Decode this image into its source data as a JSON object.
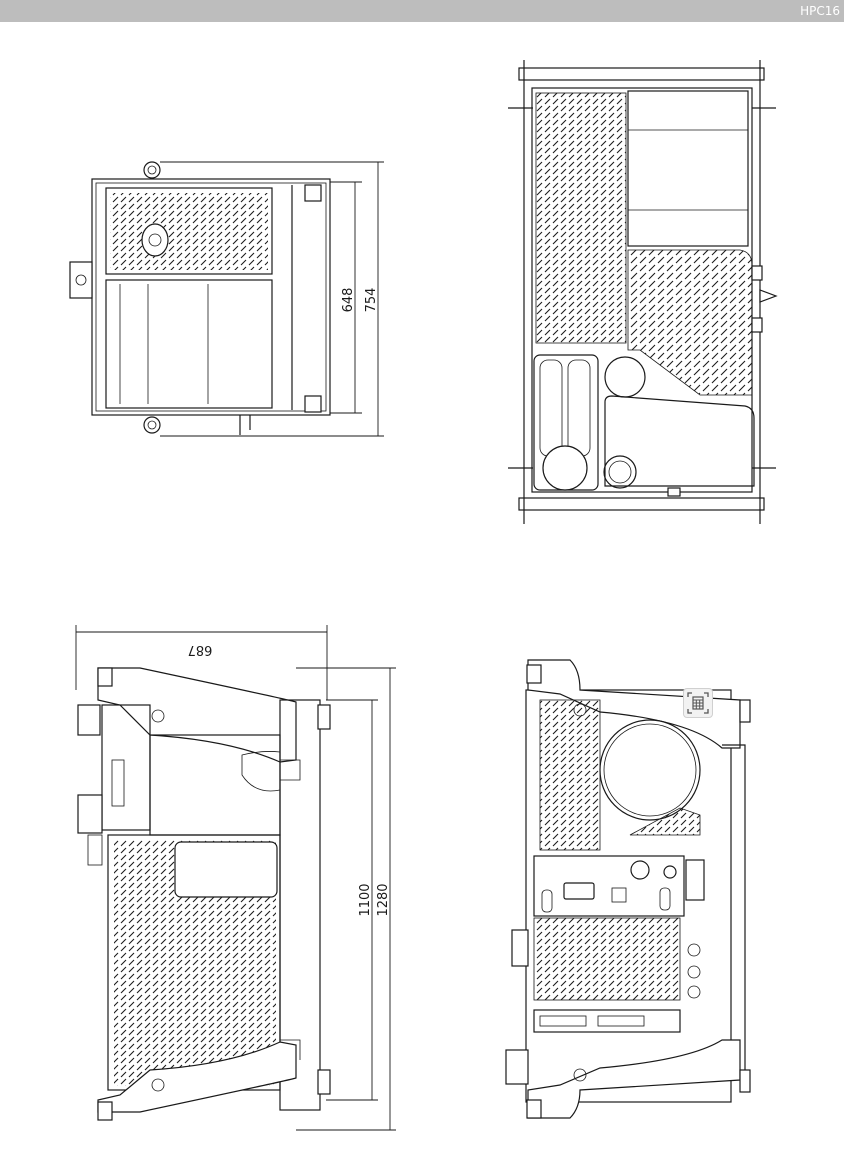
{
  "header": {
    "code": "HPC16",
    "color": "#bdbdbd"
  },
  "views": {
    "side_view": {
      "inner_dimension": "648",
      "outer_dimension": "754"
    },
    "top_view": {},
    "front_view": {
      "width_dimension": "687",
      "inner_height": "1100",
      "outer_height": "1280"
    },
    "rear_view": {}
  },
  "icons": {
    "overlay_tool": "calculator-grid-icon"
  }
}
